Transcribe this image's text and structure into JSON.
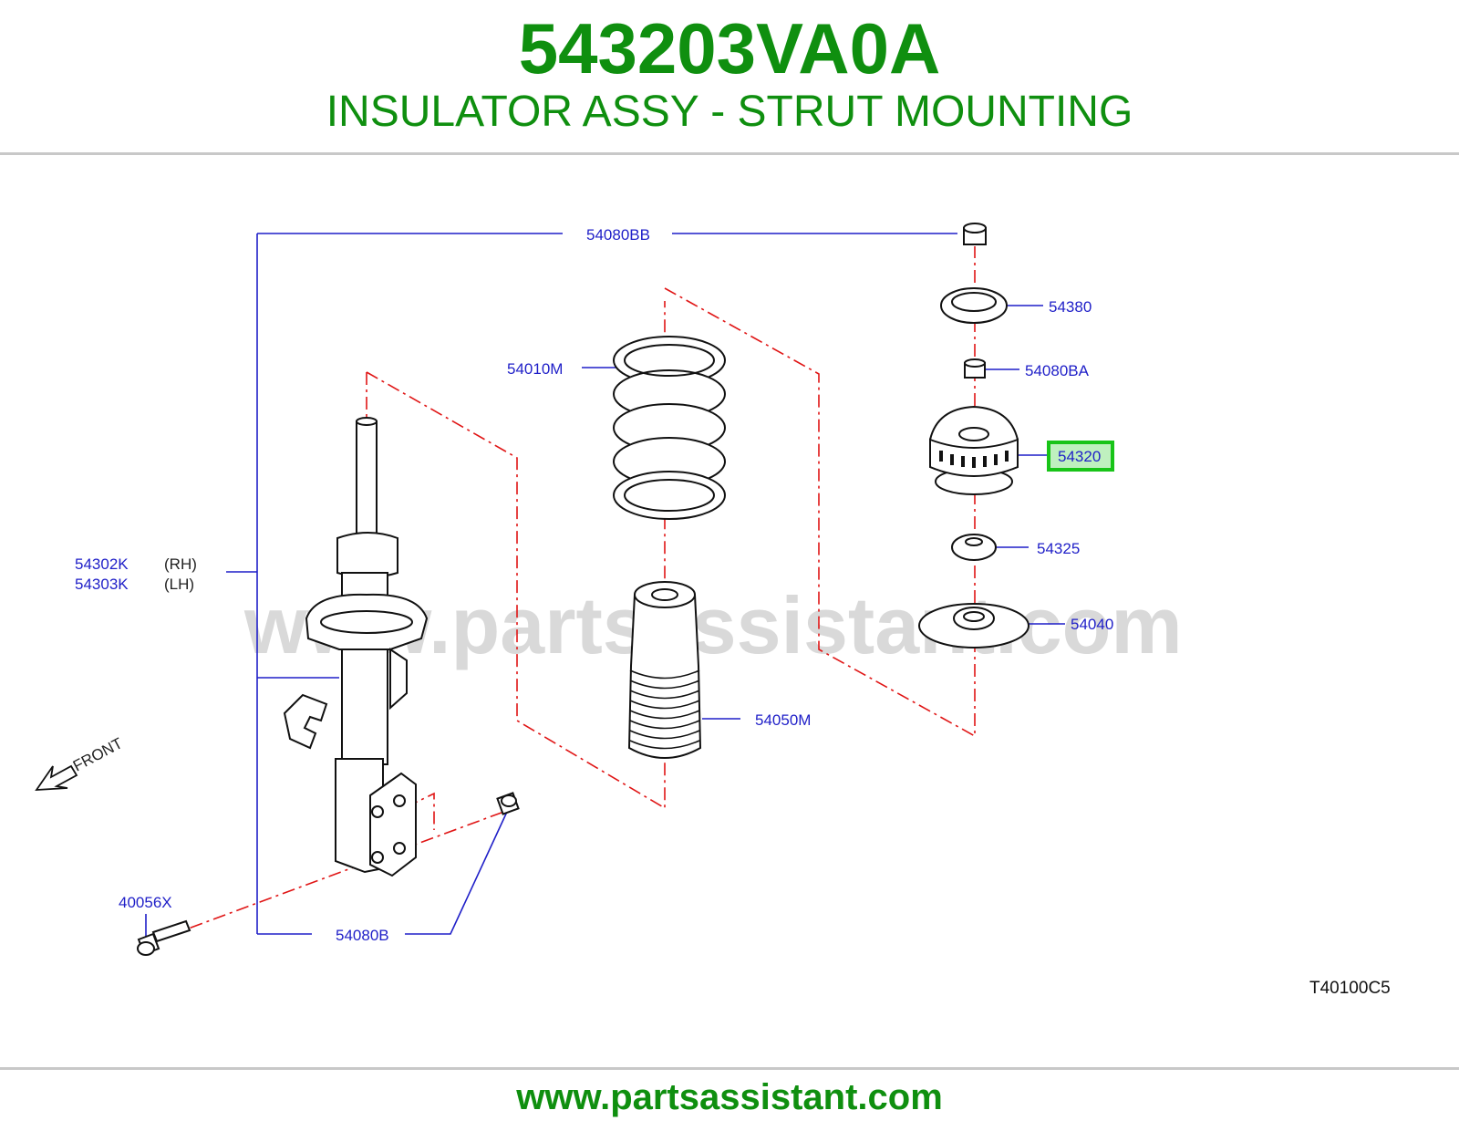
{
  "header": {
    "part_number": "543203VA0A",
    "description": "INSULATOR ASSY - STRUT MOUNTING"
  },
  "diagram": {
    "watermark": "www.partsassistant.com",
    "front_label": "FRONT",
    "drawing_code": "T40100C5",
    "highlighted_callout": "54320",
    "highlight_color": "#18c418",
    "callouts": {
      "c54080BB": "54080BB",
      "c54380": "54380",
      "c54080BA": "54080BA",
      "c54320": "54320",
      "c54325": "54325",
      "c54040": "54040",
      "c54010M": "54010M",
      "c54050M": "54050M",
      "c54302K": "54302K",
      "c54302K_side": "(RH)",
      "c54303K": "54303K",
      "c54303K_side": "(LH)",
      "c40056X": "40056X",
      "c54080B": "54080B"
    }
  },
  "footer": {
    "url": "www.partsassistant.com"
  },
  "colors": {
    "title_green": "#0f8f0f",
    "callout_blue": "#1f1fc8",
    "centerline_red": "#e01515"
  }
}
